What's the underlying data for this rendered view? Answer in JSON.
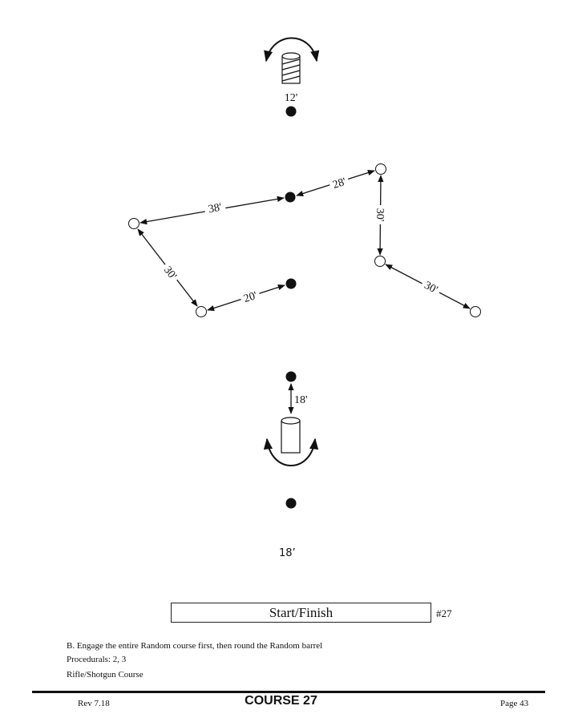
{
  "diagram": {
    "labels": {
      "top_barrel_distance": "12'",
      "leg_38": "38'",
      "leg_28": "28'",
      "leg_30_vertical": "30'",
      "leg_30_left": "30'",
      "leg_20": "20'",
      "leg_30_right": "30'",
      "bottom_barrel_distance": "18'"
    },
    "start_distance": "18’",
    "start_finish": "Start/Finish",
    "course_number": "#27"
  },
  "notes": [
    "B. Engage the entire Random course first, then round the Random barrel",
    "Procedurals:  2, 3",
    "Rifle/Shotgun Course"
  ],
  "footer": {
    "revision": "Rev 7.18",
    "title": "COURSE 27",
    "page": "Page 43"
  }
}
